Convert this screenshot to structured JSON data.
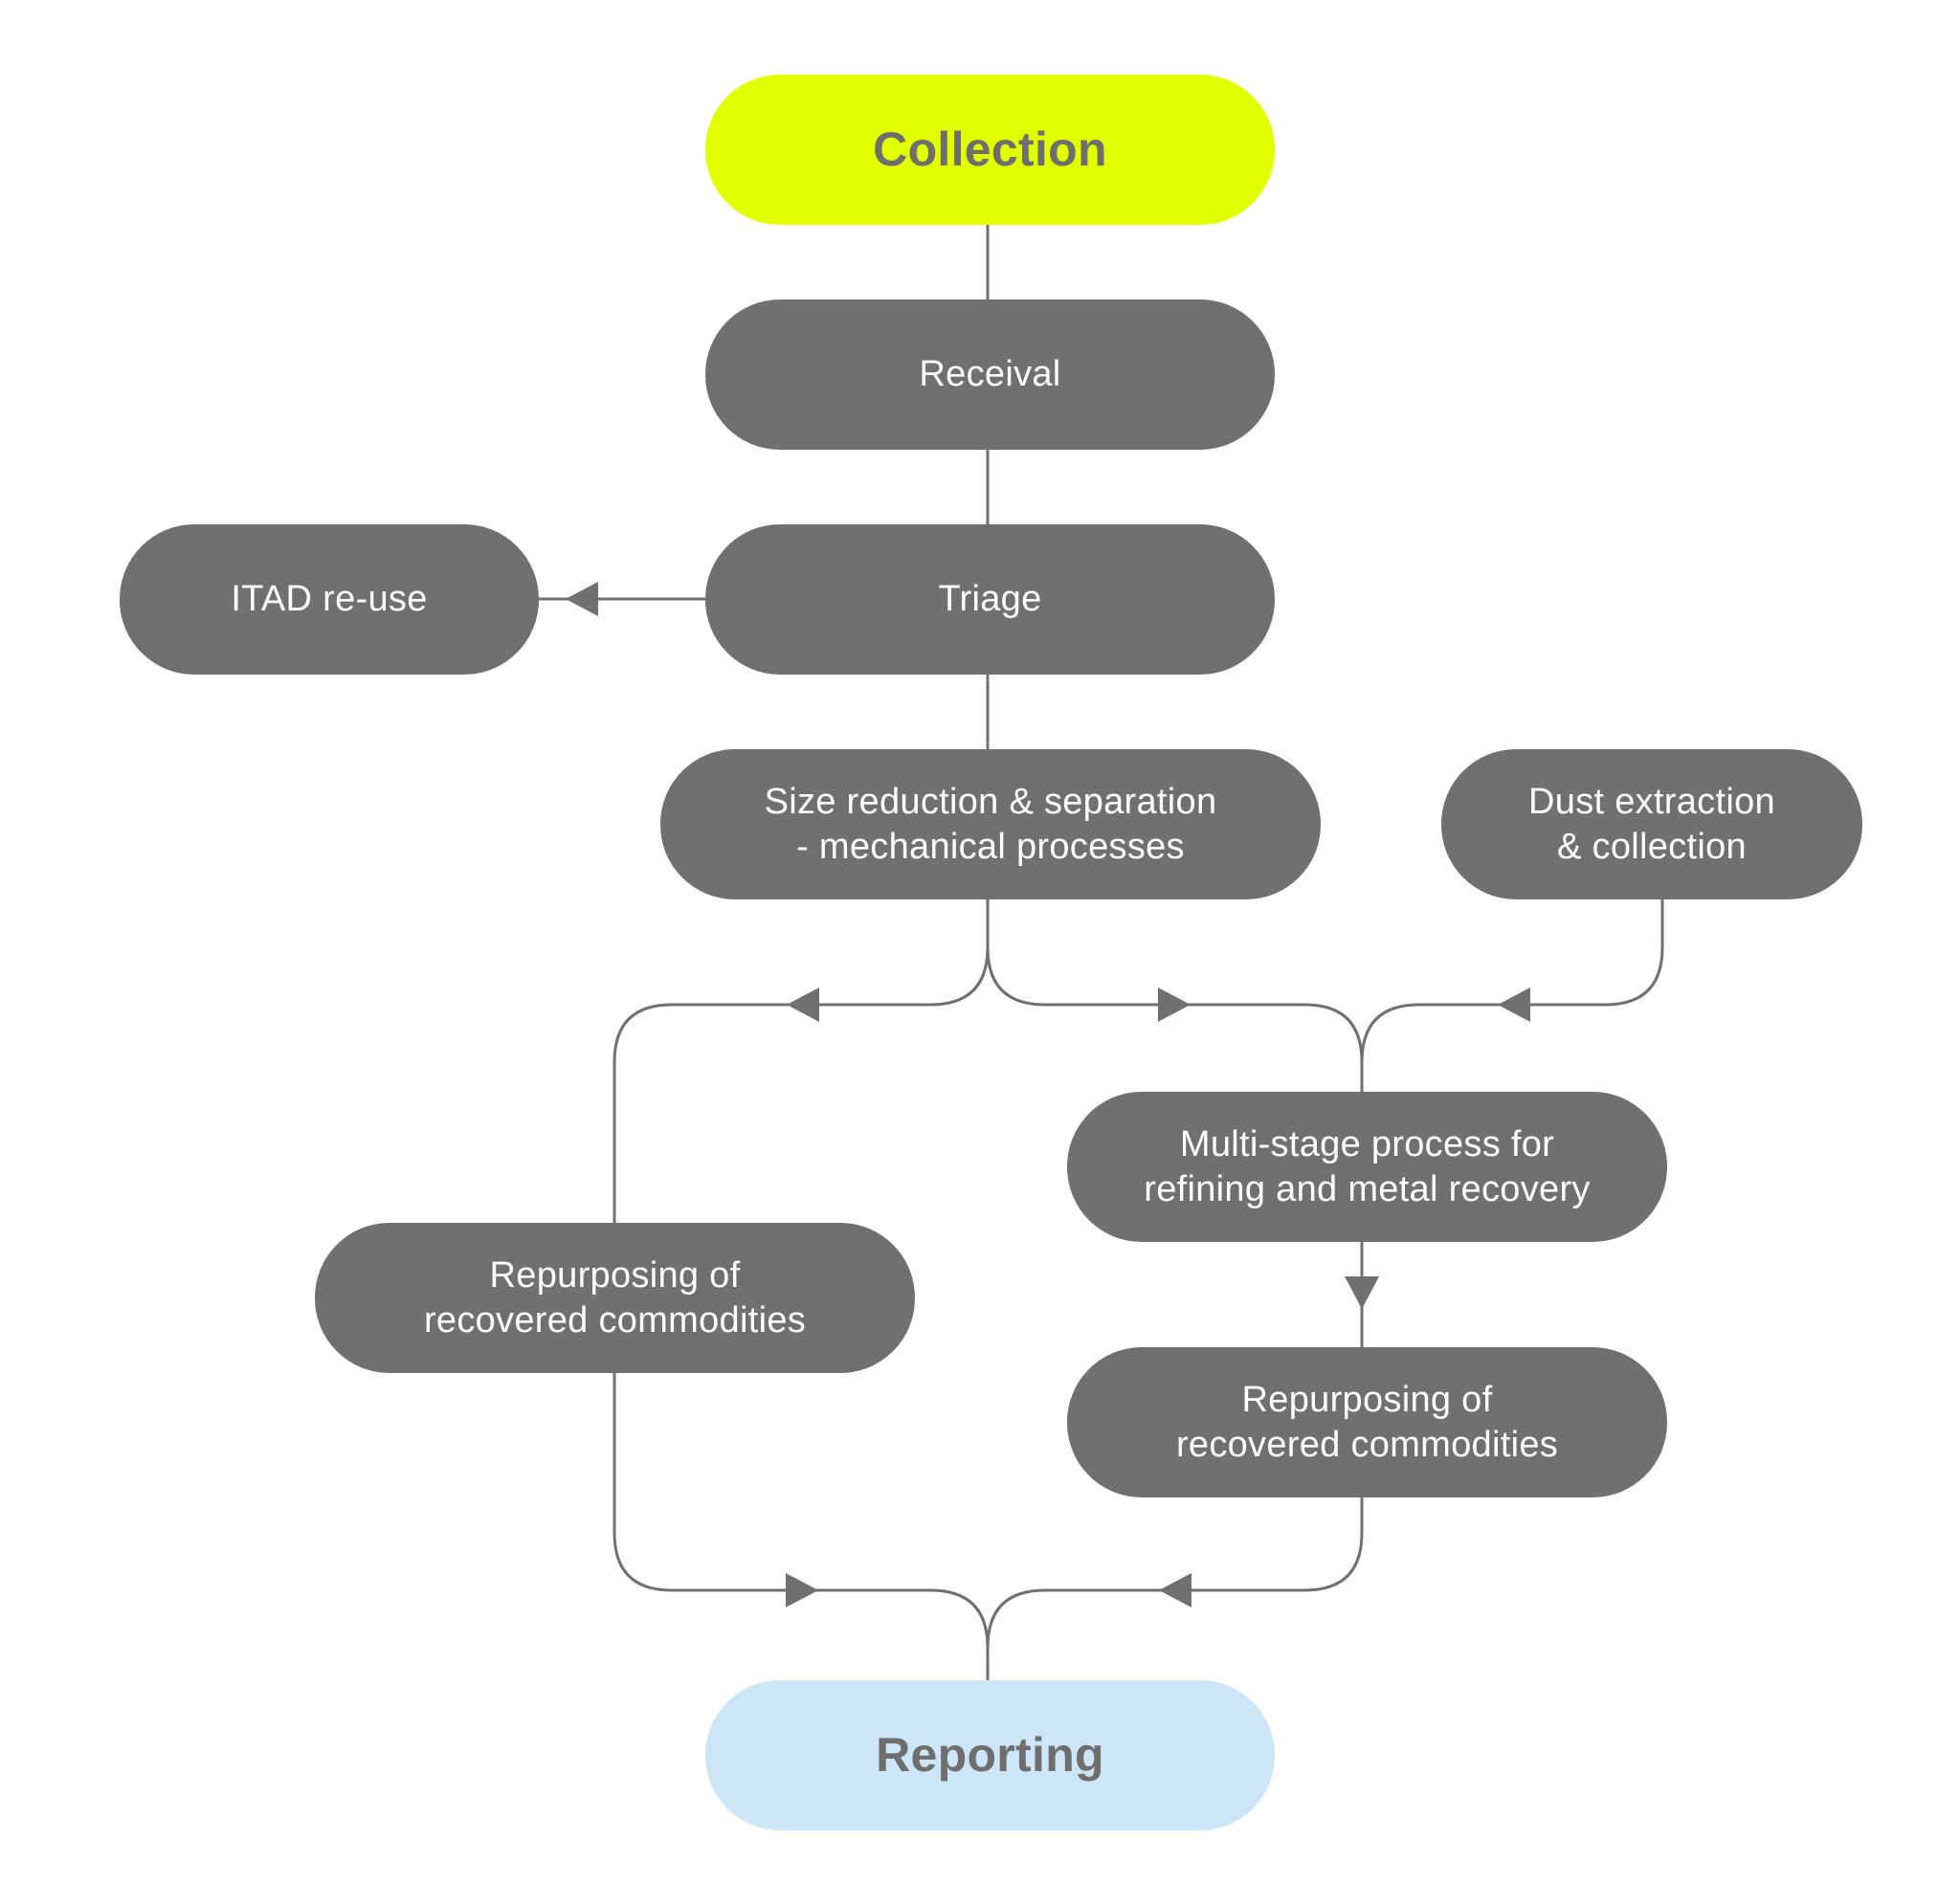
{
  "colors": {
    "start_fill": "#e2ff00",
    "end_fill": "#cde6f7",
    "step_fill": "#707070",
    "step_text": "#ffffff",
    "terminal_text": "#6e6e6e",
    "connector": "#707070"
  },
  "nodes": {
    "collection": "Collection",
    "receival": "Receival",
    "triage": "Triage",
    "itad": "ITAD re-use",
    "size_reduction": "Size reduction & separation\n- mechanical processes",
    "dust": "Dust extraction\n& collection",
    "multistage": "Multi-stage process for\nrefining and metal recovery",
    "repurpose_left": "Repurposing of\nrecovered commodities",
    "repurpose_right": "Repurposing of\nrecovered commodities",
    "reporting": "Reporting"
  }
}
